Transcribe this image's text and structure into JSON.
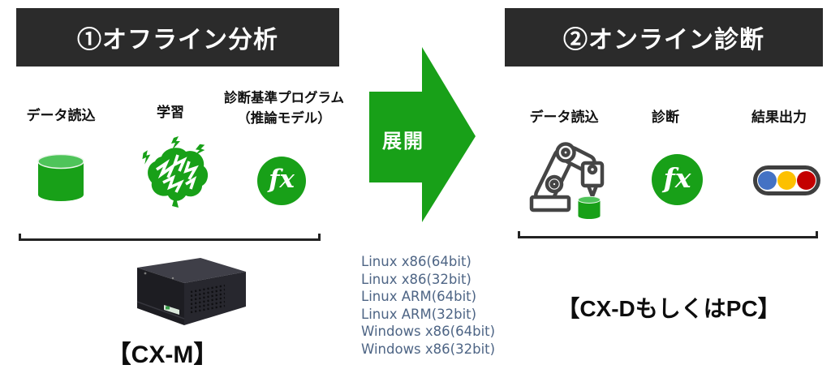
{
  "diagram": {
    "left": {
      "title": "①オフライン分析",
      "steps": [
        {
          "label": "データ読込",
          "icon": "database-cylinder-icon"
        },
        {
          "label": "学習",
          "icon": "brain-learning-icon"
        },
        {
          "label": "診断基準プログラム",
          "label2": "（推論モデル）",
          "icon": "fx-function-icon"
        }
      ],
      "device_label": "【CX-M】"
    },
    "arrow": {
      "label": "展開"
    },
    "platforms": [
      "Linux x86(64bit)",
      "Linux x86(32bit)",
      "Linux ARM(64bit)",
      "Linux ARM(32bit)",
      "Windows x86(64bit)",
      "Windows x86(32bit)"
    ],
    "right": {
      "title": "②オンライン診断",
      "steps": [
        {
          "label": "データ読込",
          "icon": "robot-arm-icon"
        },
        {
          "label": "診断",
          "icon": "fx-function-icon"
        },
        {
          "label": "結果出力",
          "icon": "traffic-light-icon"
        }
      ],
      "device_label": "【CX-DもしくはPC】"
    },
    "fx_text": "fx",
    "colors": {
      "green": "#18a018",
      "green_light": "#4fc45a",
      "header_bg": "#2b2b2b",
      "platform_text": "#4e6585",
      "signal_blue": "#4472c4",
      "signal_yellow": "#fdc000",
      "signal_red": "#c40000"
    }
  }
}
